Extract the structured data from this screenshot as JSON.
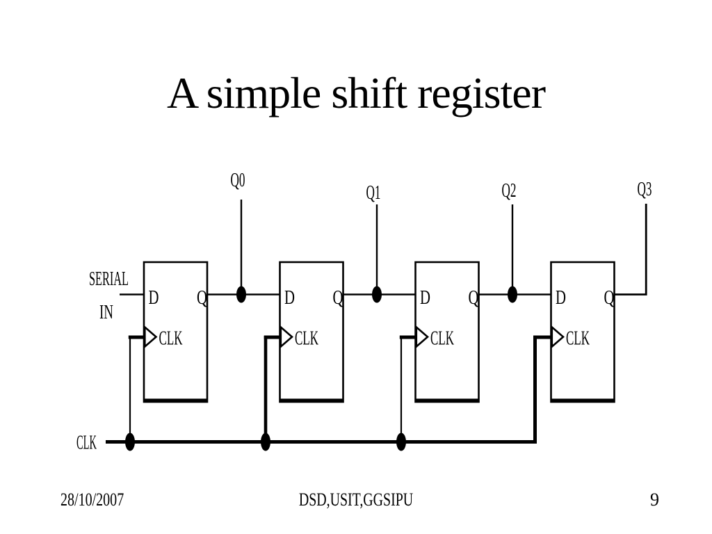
{
  "slide": {
    "title": "A simple shift register",
    "footer": {
      "date": "28/10/2007",
      "center": "DSD,USIT,GGSIPU",
      "page_number": "9"
    }
  },
  "diagram": {
    "input_label_line1": "SERIAL",
    "input_label_line2": "IN",
    "clock_label": "CLK",
    "flipflops": [
      {
        "d_label": "D",
        "q_label": "Q",
        "clk_label": "CLK",
        "output_label": "Q0"
      },
      {
        "d_label": "D",
        "q_label": "Q",
        "clk_label": "CLK",
        "output_label": "Q1"
      },
      {
        "d_label": "D",
        "q_label": "Q",
        "clk_label": "CLK",
        "output_label": "Q2"
      },
      {
        "d_label": "D",
        "q_label": "Q",
        "clk_label": "CLK",
        "output_label": "Q3"
      }
    ]
  },
  "colors": {
    "ink": "#000000",
    "background": "#ffffff"
  }
}
